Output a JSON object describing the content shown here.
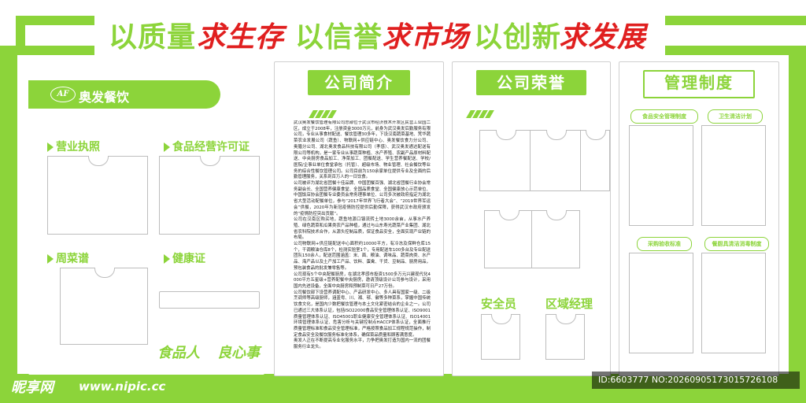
{
  "slogan": {
    "part1": "以质量",
    "part2": "求生存",
    "part3": "以信誉",
    "part4": "求市场",
    "part5": "以创新",
    "part6": "求发展"
  },
  "brand": {
    "logo_text": "AF",
    "name": "奥发餐饮"
  },
  "left_panel": {
    "license_label": "营业执照",
    "food_license_label": "食品经营许可证",
    "weekly_menu_label": "周菜谱",
    "health_cert_label": "健康证",
    "motto1": "食品人",
    "motto2": "良心事"
  },
  "company_intro": {
    "title": "公司简介",
    "paragraphs": [
      "武汉奥发餐饮管理有限公司总部位于武汉市经济技术开发区民营工业园二区，成立于2008年，注册资金3000万元，前身为武汉奥发后勤服务有限公司，专业从事食材配送、餐饮管理30多年，下设汉南蔬菜基地、梵华蔬菜农业发展公司（蔬鱼）、物联网+供应链中心、奥发餐饮食力分公司、奥膳分公司、湖北奥发食品科技有限公司（孝感）、武汉奥发通达配送有限公司等机构，是一家专业从事蔬菜种植、水产养殖、农副产品原材料配送、中央厨房食品加工、净菜加工、团餐配送、学生营养餐配送、学校/医院/企事业单位食堂承包（托管）、超级市场、物业管理、社会餐饮等业务的综合性餐饮管理公司。公司目前为150余家单位提供专业及全面的后勤管理服务，关系到百万人的一日饮食。",
      "公司被评为湖北省团餐十佳品牌、中国团餐百强、湖北省团餐行业协会常务副会长、全国营养健康食堂、全国品质食堂、全国健康放心示范单位、中国饭店协会团餐专业委员会常务理事单位、公司多次被政府指定为湖北省大型活动配餐单位，参与“2017年世界飞行者大会”、“2019世界军运会”供餐，2020年为新冠疫情防控提供后勤保障，获得武汉市政府颁发的“疫情防控突出贡献”。",
      "公司在汉南区购买地，蔬鱼地源口镇流转土地3000余亩，从事水产养殖、绿色蔬菜和瓜果类农产品种植，通过与山东寿光蔬菜产业集团、湖北省农科院技术合作，从源头控制品质，保证食品安全，全面实现产业链的布局。",
      "公司物联网+供应链配送中心面积约10000平方，有冷冻及保鲜仓库15个，干调粮油仓库8个，检测实验室1个，专用配送车100多台及专业配送团队150余人，配送范围涵盖：米、面、粮油、调味品、蔬菜肉类、水产品、海产品以及土产加工产品、饮料、蛋禽、干货、豆制品、厨房用品，预包装食品的批发兼零售等。",
      "公司现有5个中央配餐厨房，在湖北孝感市投资1500多万元兴建现代化4000平方五星级+营养配餐中央厨房，邀请顶级设计公司参与设计，采用国内先进设备，全面中央厨房和预制菜可日产27万份。",
      "公司餐饮部下设营养调配中心、产品研发中心、多人具有国家一级、二级烹调师等高级厨师，涵盖粤、川、湘、鄂、徽等多种菜系，掌握中国传统饮食文化，是国内少数把餐饮管理与本土文化紧密结合的企业之一。公司已通过三大体系认证，包括ISO22000食品安全管理体系认证、ISO9001质量管理体系认证、ISO45001职业健康安全管理体系认证、ISO14001环境管理体系认证、危害分析与关键控制点HACCP体系认证，全面推行质量管理标准和食品安全管理标准，严格按照食品加工规程规范操作，制定食品安全及餐饮服务标准化体系，确保菜品质量和顾客满意度。",
      "奥发人正在不断提高专业化服务水平，力争把奥发打造为国内一流的团餐服务行业龙头。"
    ]
  },
  "honors": {
    "title": "公司荣誉",
    "safety_officer_label": "安全员",
    "area_manager_label": "区域经理"
  },
  "rules": {
    "title": "管理制度",
    "tab1": "食品安全管理制度",
    "tab2": "卫生清洁计划",
    "tab3": "采购验收标准",
    "tab4": "餐厨具清洁消毒制度"
  },
  "watermark": {
    "site_logo": "昵享网",
    "url": "www.nipic.cc",
    "id_text": "ID:6603777 NO:20260905173015726108"
  },
  "colors": {
    "accent_green": "#8cd43a",
    "slogan_red": "#e01f1f"
  }
}
